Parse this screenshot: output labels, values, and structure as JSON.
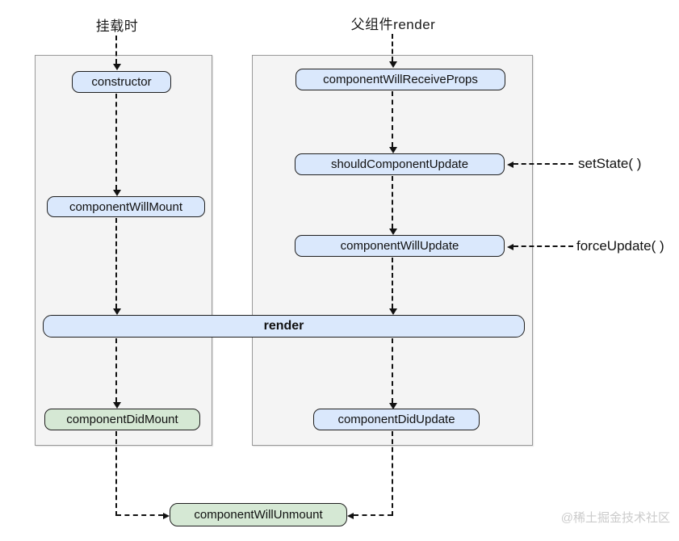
{
  "titles": {
    "mount": "挂载时",
    "parent_render": "父组件render"
  },
  "nodes": {
    "constructor": "constructor",
    "component_will_mount": "componentWillMount",
    "component_will_receive_props": "componentWillReceiveProps",
    "should_component_update": "shouldComponentUpdate",
    "component_will_update": "componentWillUpdate",
    "render": "render",
    "component_did_mount": "componentDidMount",
    "component_did_update": "componentDidUpdate",
    "component_will_unmount": "componentWillUnmount"
  },
  "side_labels": {
    "set_state": "setState( )",
    "force_update": "forceUpdate( )"
  },
  "watermark": "@稀土掘金技术社区",
  "colors": {
    "node_blue": "#dae8fc",
    "node_green": "#d5e8d4",
    "panel_bg": "#f4f4f4",
    "panel_border": "#9a9a9a",
    "arrow": "#111111",
    "watermark": "#cbcbcb"
  }
}
